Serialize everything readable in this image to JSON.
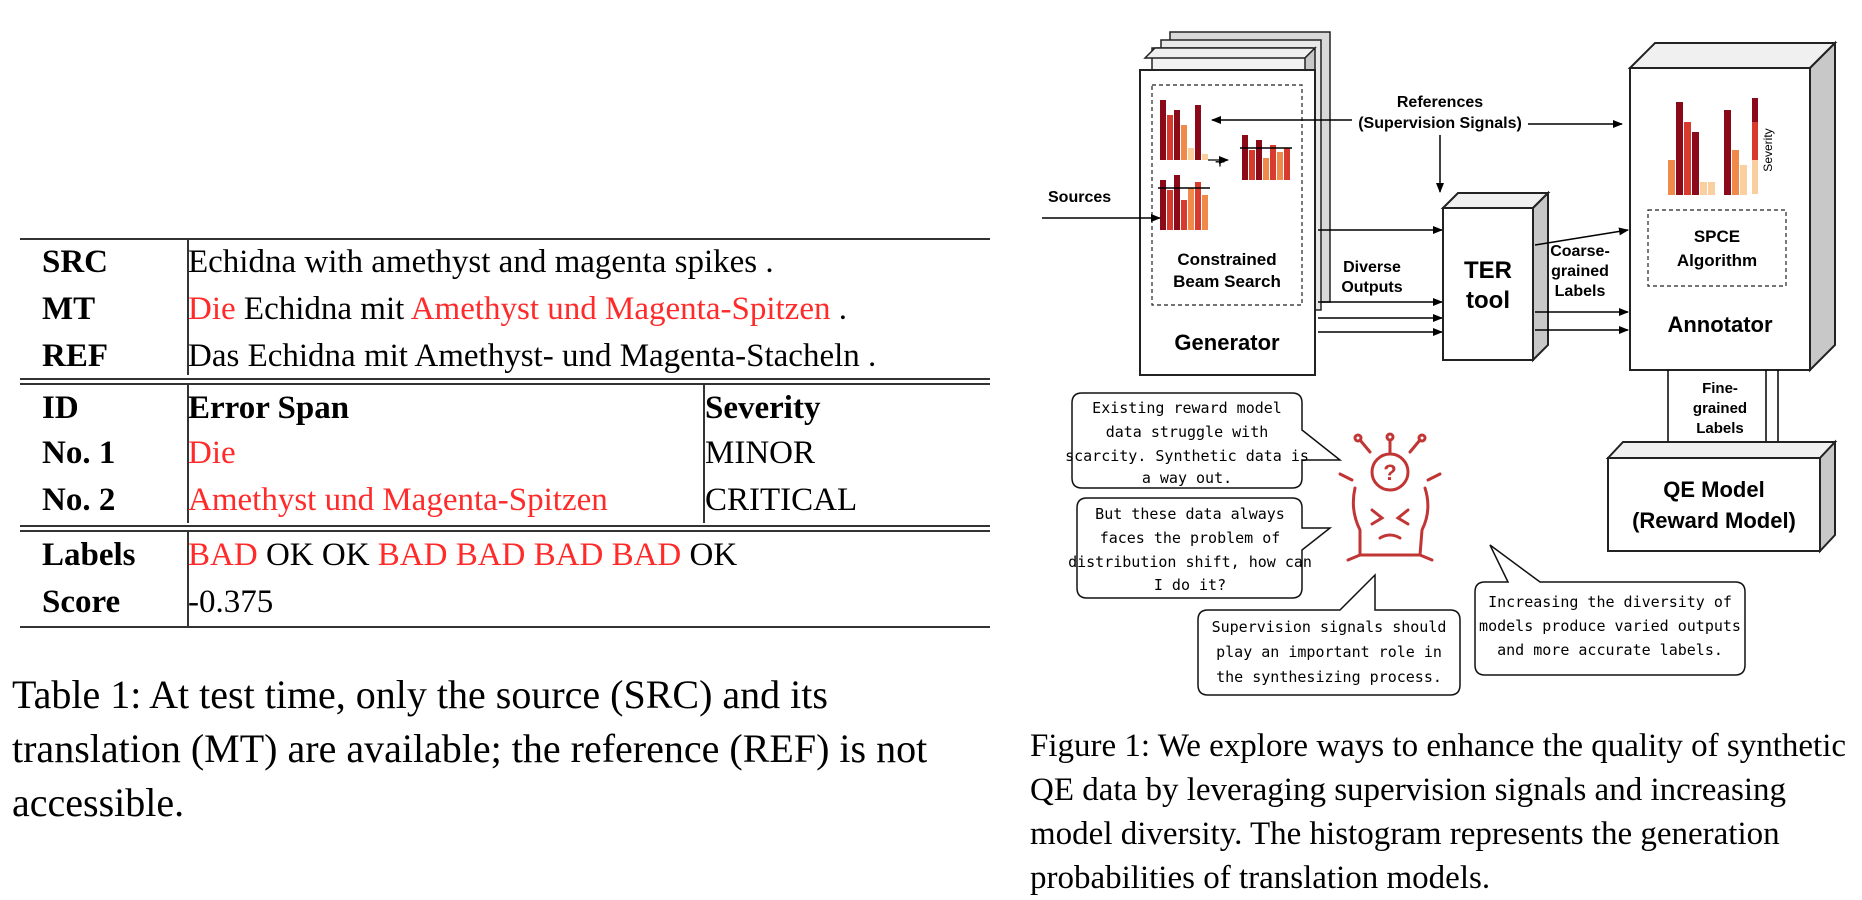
{
  "table": {
    "src": {
      "label": "SRC",
      "text": "Echidna with amethyst and magenta spikes ."
    },
    "mt": {
      "label": "MT",
      "parts": [
        "Die",
        " Echidna mit ",
        "Amethyst und Magenta-Spitzen",
        " ."
      ]
    },
    "ref": {
      "label": "REF",
      "text": "Das Echidna mit Amethyst- und Magenta-Stacheln ."
    },
    "header": {
      "id": "ID",
      "span": "Error Span",
      "severity": "Severity"
    },
    "errors": [
      {
        "id": "No. 1",
        "span": "Die",
        "severity": "MINOR"
      },
      {
        "id": "No. 2",
        "span": "Amethyst und Magenta-Spitzen",
        "severity": "CRITICAL"
      }
    ],
    "labels_row": {
      "label": "Labels",
      "tokens": [
        "BAD",
        "OK",
        "OK",
        "BAD",
        "BAD",
        "BAD",
        "BAD",
        "OK"
      ]
    },
    "score_row": {
      "label": "Score",
      "value": "-0.375"
    },
    "caption": "Table 1: At test time, only the source (SRC) and its translation (MT) are available; the reference (REF) is not accessible."
  },
  "figure": {
    "sources": "Sources",
    "references": [
      "References",
      "(Supervision Signals)"
    ],
    "generator": "Generator",
    "beam_search": [
      "Constrained",
      "Beam Search"
    ],
    "plus": "+",
    "diverse_outputs": [
      "Diverse",
      "Outputs"
    ],
    "ter_tool": [
      "TER",
      "tool"
    ],
    "coarse_labels": [
      "Coarse-",
      "grained",
      "Labels"
    ],
    "annotator": "Annotator",
    "spce": [
      "SPCE",
      "Algorithm"
    ],
    "severity": "Severity",
    "fine_labels": [
      "Fine-",
      "grained",
      "Labels"
    ],
    "qe_model": [
      "QE Model",
      "(Reward Model)"
    ],
    "bubbles": [
      [
        "Existing reward model",
        "data struggle with",
        "scarcity. Synthetic data is",
        "a way out."
      ],
      [
        "But these data always",
        "faces the problem of",
        "distribution shift, how can",
        "I do it?"
      ],
      [
        "Supervision signals should",
        "play an important role in",
        "the synthesizing process."
      ],
      [
        "Increasing the diversity of",
        "models produce varied outputs",
        "and more accurate labels."
      ]
    ],
    "caption": "Figure 1: We explore ways to enhance the quality of synthetic QE data by leveraging supervision signals and increasing model diversity. The histogram represents the generation probabilities of translation models.",
    "colors": {
      "dark_red": "#8b0a1a",
      "red": "#d83a2e",
      "orange": "#f08a4b",
      "light": "#f9cfa0",
      "icon_red": "#c23535"
    }
  }
}
